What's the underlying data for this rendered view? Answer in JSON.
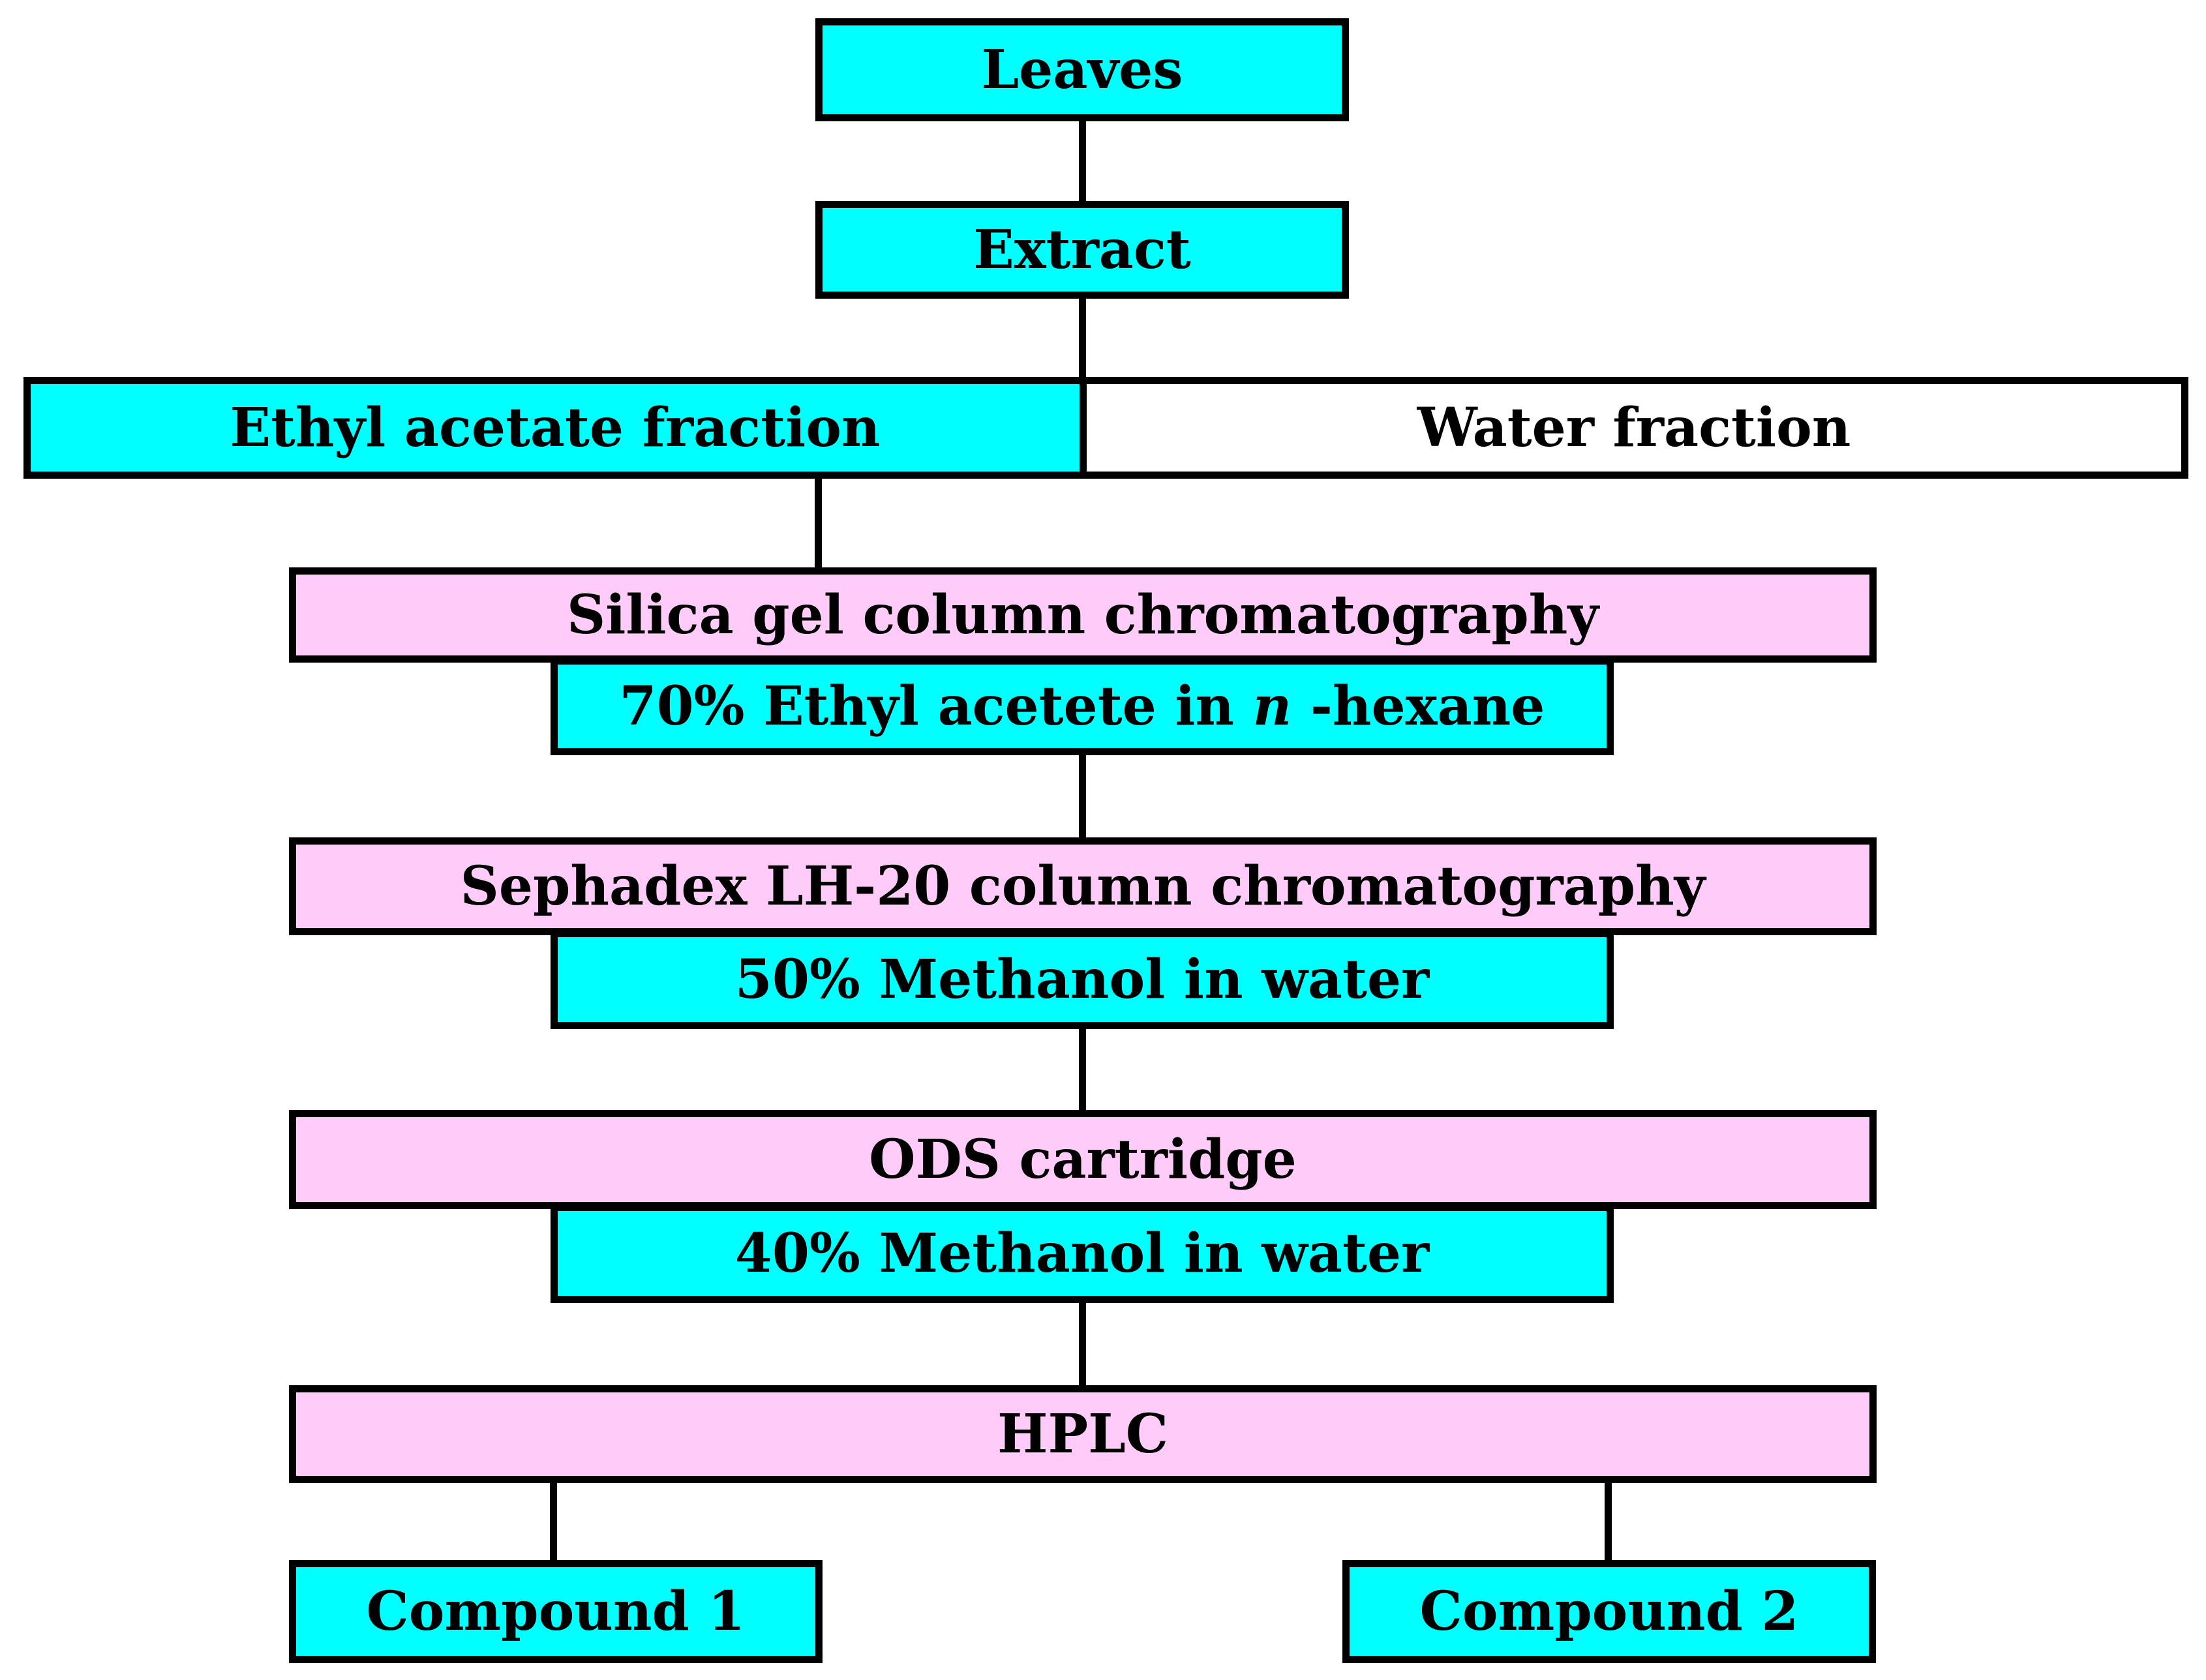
{
  "colors": {
    "primary_box": "#00ffff",
    "method_box": "#ffccf9",
    "plain_box": "#ffffff",
    "line": "#000000"
  },
  "nodes": {
    "leaves": "Leaves",
    "extract": "Extract",
    "ethyl_acetate_fraction": "Ethyl acetate fraction",
    "water_fraction": "Water fraction",
    "silica_gel": "Silica gel column chromatography",
    "eluent_silica": {
      "prefix": "70% Ethyl acetete in ",
      "italic": "n",
      "suffix": " -hexane"
    },
    "sephadex": "Sephadex LH-20 column chromatography",
    "eluent_sephadex": "50% Methanol in water",
    "ods": "ODS cartridge",
    "eluent_ods": "40% Methanol in water",
    "hplc": "HPLC",
    "compound_1": "Compound 1",
    "compound_2": "Compound 2"
  }
}
